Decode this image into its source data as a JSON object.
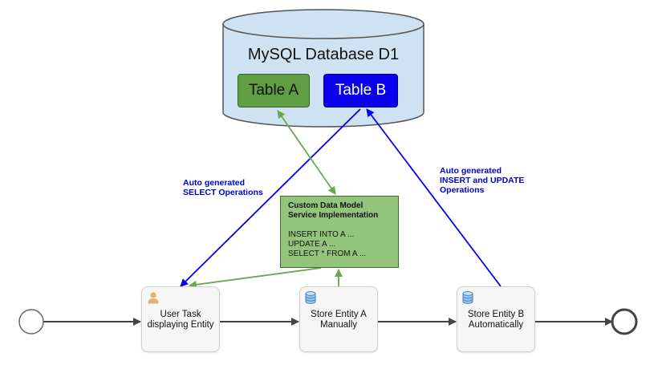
{
  "database": {
    "title": "MySQL Database D1",
    "tables": [
      {
        "label": "Table A",
        "color": "#5f9e45"
      },
      {
        "label": "Table B",
        "color": "#0a00ee"
      }
    ]
  },
  "labels": {
    "select_ops": [
      "Auto generated",
      "SELECT Operations"
    ],
    "insert_update_ops": [
      "Auto generated",
      "INSERT and UPDATE",
      "Operations"
    ]
  },
  "service": {
    "title_lines": [
      "Custom Data Model",
      "Service Implementation"
    ],
    "code_lines": [
      "INSERT INTO A ...",
      "UPDATE A ...",
      "SELECT * FROM A ..."
    ]
  },
  "tasks": [
    {
      "lines": [
        "User Task",
        "displaying Entity"
      ],
      "icon": "user-icon"
    },
    {
      "lines": [
        "Store Entity A",
        "Manually"
      ],
      "icon": "database-icon"
    },
    {
      "lines": [
        "Store Entity B",
        "Automatically"
      ],
      "icon": "database-icon"
    }
  ],
  "events": {
    "start": "start-event",
    "end": "end-event"
  },
  "colors": {
    "blue_flow": "#0000ee",
    "green_flow": "#6aa84f",
    "sequence": "#444444",
    "db_fill": "#cfe2f3"
  }
}
